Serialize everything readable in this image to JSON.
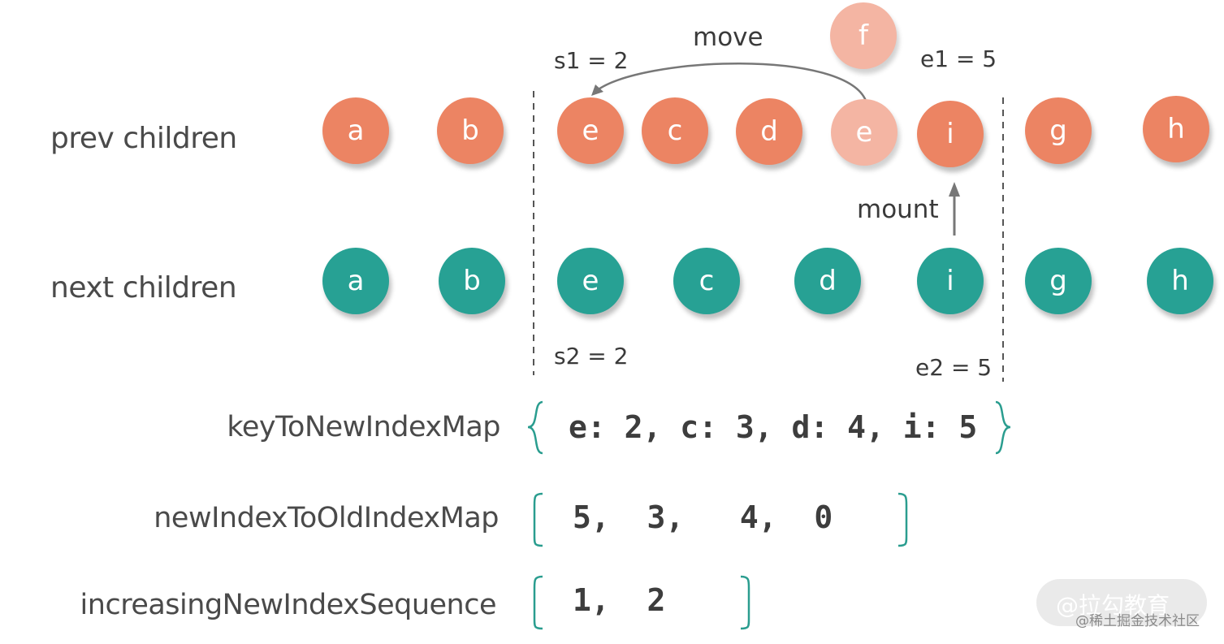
{
  "rows": {
    "prev_label": "prev children",
    "next_label": "next children"
  },
  "prev_nodes": [
    {
      "label": "a"
    },
    {
      "label": "b"
    },
    {
      "label": "e"
    },
    {
      "label": "c"
    },
    {
      "label": "d"
    },
    {
      "label": "e"
    },
    {
      "label": "i"
    },
    {
      "label": "g"
    },
    {
      "label": "h"
    }
  ],
  "floating_node": {
    "label": "f"
  },
  "next_nodes": [
    {
      "label": "a"
    },
    {
      "label": "b"
    },
    {
      "label": "e"
    },
    {
      "label": "c"
    },
    {
      "label": "d"
    },
    {
      "label": "i"
    },
    {
      "label": "g"
    },
    {
      "label": "h"
    }
  ],
  "annotations": {
    "move": "move",
    "mount": "mount",
    "s1": "s1 = 2",
    "e1": "e1 = 5",
    "s2": "s2 = 2",
    "e2": "e2 = 5"
  },
  "maps": {
    "key_to_new_label": "keyToNewIndexMap",
    "key_to_new_value": "e: 2, c: 3, d: 4, i: 5",
    "new_to_old_label": "newIndexToOldIndexMap",
    "new_to_old_value": "5,  3,   4,  0",
    "increasing_label": "increasingNewIndexSequence",
    "increasing_value": "1,  2"
  },
  "colors": {
    "prev": "#ec8463",
    "prev_light": "#f4b5a3",
    "next": "#27a194",
    "bracket": "#2a9d8f",
    "arrow": "#777777"
  },
  "watermark": {
    "badge": "@拉勾教育",
    "site": "@稀土掘金技术社区"
  }
}
